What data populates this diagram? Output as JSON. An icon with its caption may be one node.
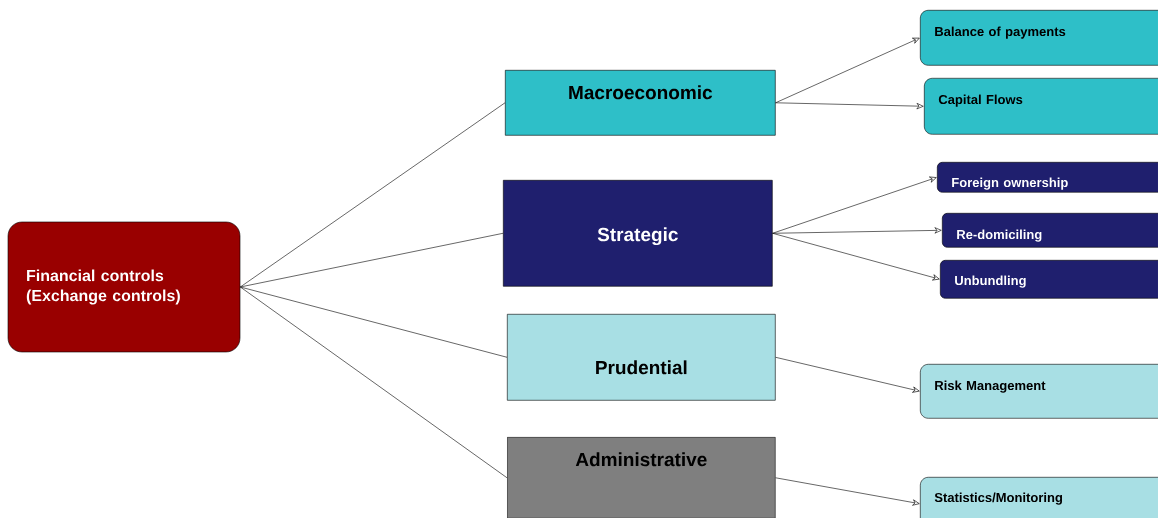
{
  "diagram": {
    "nodes": [
      {
        "text": [
          "Financial controls (Exchange controls)"
        ]
      },
      {
        "text": [
          "Macroeconomic"
        ]
      },
      {
        "text": [
          "Strategic"
        ]
      },
      {
        "text": [
          "Prudential"
        ]
      },
      {
        "text": [
          "Administrative"
        ]
      },
      {
        "text": [
          "Balance of payments"
        ]
      },
      {
        "text": [
          "Capital Flows"
        ]
      },
      {
        "text": [
          "Foreign ownership"
        ]
      },
      {
        "text": [
          "Re-domiciling"
        ]
      },
      {
        "text": [
          "Unbundling"
        ]
      },
      {
        "text": [
          "Risk Management"
        ]
      },
      {
        "text": [
          "Statistics/Monitoring"
        ]
      }
    ],
    "edges": [
      {
        "from": 0,
        "to": 1,
        "arrow": "none"
      },
      {
        "from": 0,
        "to": 2,
        "arrow": "none"
      },
      {
        "from": 0,
        "to": 3,
        "arrow": "none"
      },
      {
        "from": 0,
        "to": 4,
        "arrow": "none"
      },
      {
        "from": 1,
        "to": 5,
        "arrow": "to"
      },
      {
        "from": 1,
        "to": 6,
        "arrow": "to"
      },
      {
        "from": 2,
        "to": 7,
        "arrow": "to"
      },
      {
        "from": 2,
        "to": 8,
        "arrow": "to"
      },
      {
        "from": 2,
        "to": 9,
        "arrow": "to"
      },
      {
        "from": 3,
        "to": 10,
        "arrow": "to"
      },
      {
        "from": 4,
        "to": 11,
        "arrow": "to"
      }
    ]
  }
}
